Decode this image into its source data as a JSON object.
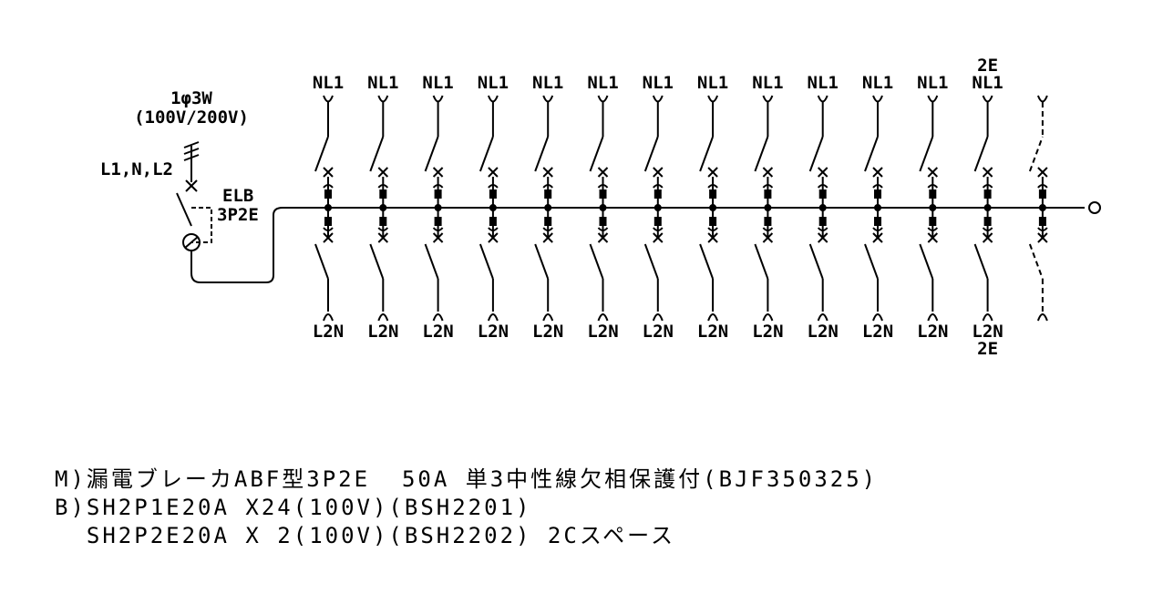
{
  "supply": {
    "phase_label": "1φ3W",
    "voltage_label": "(100V/200V)",
    "terminal_label": "L1,N,L2"
  },
  "main_breaker": {
    "type_label": "ELB",
    "poles_label": "3P2E"
  },
  "branches": [
    {
      "top": "NL1",
      "bottom": "L2N",
      "top_extra": "",
      "bottom_extra": "",
      "space": false
    },
    {
      "top": "NL1",
      "bottom": "L2N",
      "top_extra": "",
      "bottom_extra": "",
      "space": false
    },
    {
      "top": "NL1",
      "bottom": "L2N",
      "top_extra": "",
      "bottom_extra": "",
      "space": false
    },
    {
      "top": "NL1",
      "bottom": "L2N",
      "top_extra": "",
      "bottom_extra": "",
      "space": false
    },
    {
      "top": "NL1",
      "bottom": "L2N",
      "top_extra": "",
      "bottom_extra": "",
      "space": false
    },
    {
      "top": "NL1",
      "bottom": "L2N",
      "top_extra": "",
      "bottom_extra": "",
      "space": false
    },
    {
      "top": "NL1",
      "bottom": "L2N",
      "top_extra": "",
      "bottom_extra": "",
      "space": false
    },
    {
      "top": "NL1",
      "bottom": "L2N",
      "top_extra": "",
      "bottom_extra": "",
      "space": false
    },
    {
      "top": "NL1",
      "bottom": "L2N",
      "top_extra": "",
      "bottom_extra": "",
      "space": false
    },
    {
      "top": "NL1",
      "bottom": "L2N",
      "top_extra": "",
      "bottom_extra": "",
      "space": false
    },
    {
      "top": "NL1",
      "bottom": "L2N",
      "top_extra": "",
      "bottom_extra": "",
      "space": false
    },
    {
      "top": "NL1",
      "bottom": "L2N",
      "top_extra": "",
      "bottom_extra": "",
      "space": false
    },
    {
      "top": "NL1",
      "bottom": "L2N",
      "top_extra": "2E",
      "bottom_extra": "2E",
      "space": false
    },
    {
      "top": "",
      "bottom": "",
      "top_extra": "",
      "bottom_extra": "",
      "space": true
    }
  ],
  "spec_lines": [
    "M)漏電ブレーカABF型3P2E  50A 単3中性線欠相保護付(BJF350325)",
    "B)SH2P1E20A X24(100V)(BSH2201)",
    "  SH2P2E20A X 2(100V)(BSH2202) 2Cスペース"
  ]
}
